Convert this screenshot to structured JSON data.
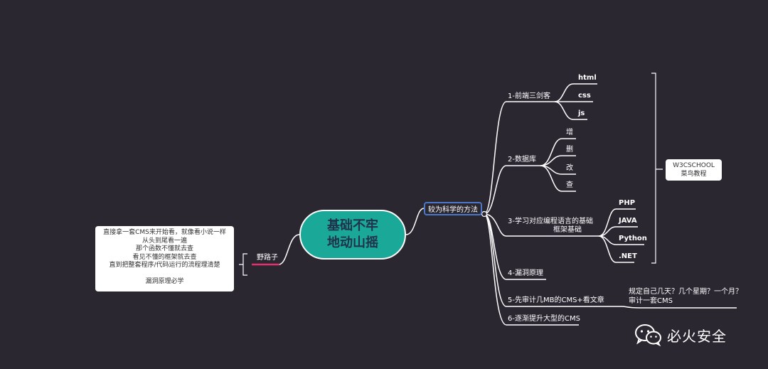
{
  "center": {
    "line1": "基础不牢",
    "line2": "地动山摇"
  },
  "left": {
    "label": "野路子",
    "note_lines": [
      "直接拿一套CMS来开始看，就像看小说一样",
      "从头到尾看一遍",
      "那个函数不懂就去查",
      "看见不懂的框架就去查",
      "直到把整套程序/代码运行的流程理清楚",
      "",
      "漏洞原理必学"
    ]
  },
  "method": {
    "label": "较为科学的方法"
  },
  "branches": {
    "b1": {
      "label": "1-前端三剑客",
      "items": [
        "html",
        "css",
        "js"
      ]
    },
    "b2": {
      "label": "2-数据库",
      "items": [
        "增",
        "删",
        "改",
        "查"
      ]
    },
    "b3": {
      "line1": "3-学习对应编程语言的基础",
      "line2": "框架基础",
      "items": [
        "PHP",
        "JAVA",
        "Python",
        ".NET"
      ]
    },
    "b4": {
      "label": "4-漏洞原理"
    },
    "b5": {
      "label": "5-先审计几MB的CMS+看文章",
      "note1": "规定自己几天？几个星期？一个月？",
      "note2": "审计一套CMS"
    },
    "b6": {
      "label": "6-逐渐提升大型的CMS"
    }
  },
  "summary": {
    "line1": "W3CSCHOOL",
    "line2": "菜鸟教程"
  },
  "watermark": {
    "name": "必火安全",
    "icon": "wechat-icon"
  }
}
